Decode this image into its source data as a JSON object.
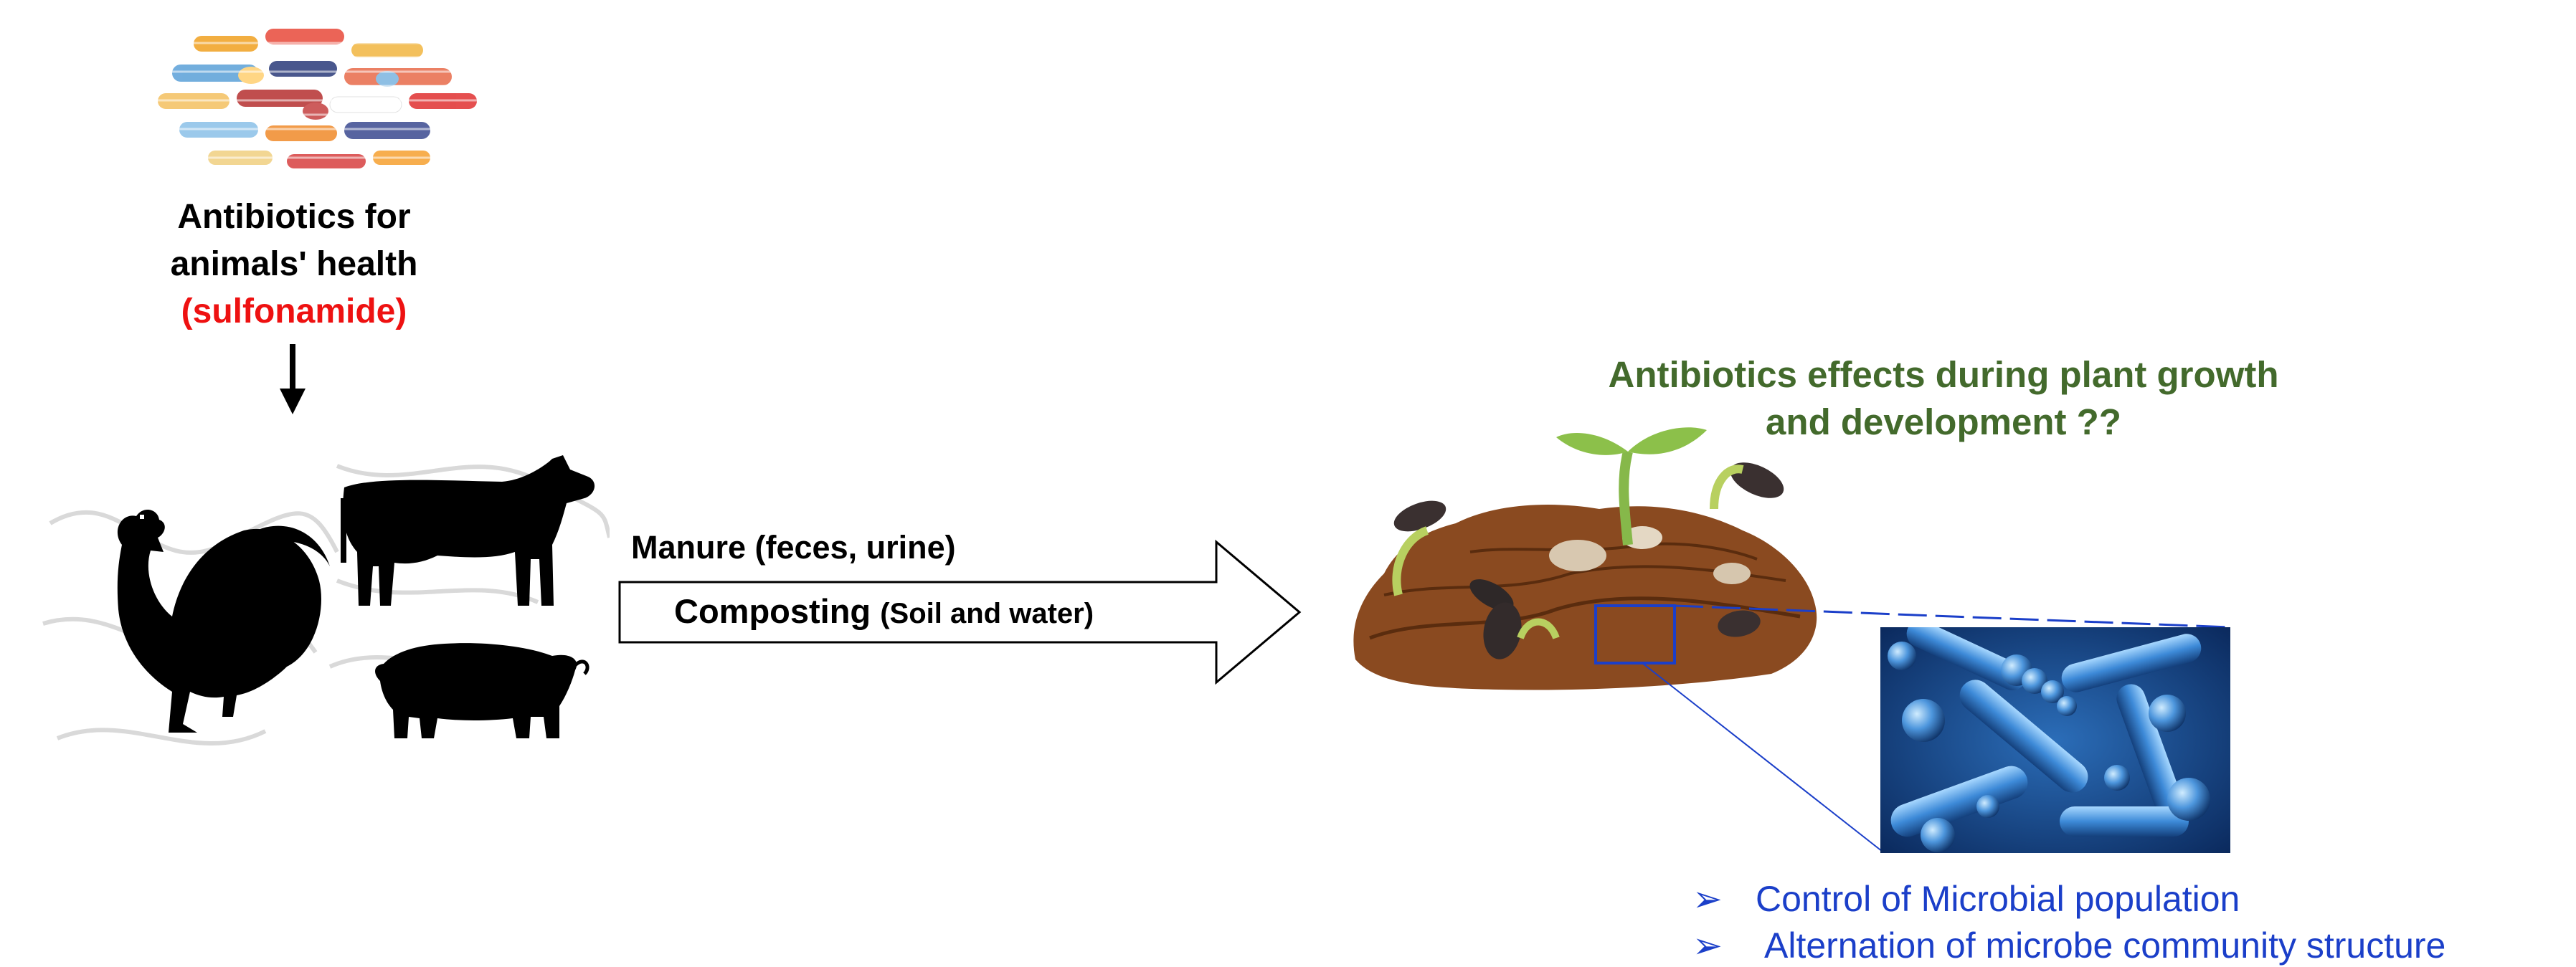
{
  "diagram": {
    "source": {
      "line1": "Antibiotics for",
      "line2": "animals' health",
      "highlight": "(sulfonamide)"
    },
    "pathway": {
      "label_top": "Manure (feces, urine)",
      "label_main": "Composting",
      "label_sub": "(Soil and water)"
    },
    "question": {
      "line1": "Antibiotics effects during plant growth",
      "line2": "and development ??"
    },
    "effects": [
      "Control of Microbial population",
      "Alternation of microbe community structure"
    ],
    "bullet_glyph": "➢",
    "icons": {
      "pills": "pills-icon",
      "rooster": "rooster-icon",
      "cow": "cow-icon",
      "pig": "pig-icon",
      "soil": "soil-seedlings-icon",
      "microbes": "microbes-image"
    },
    "colors": {
      "highlight": "#ee1111",
      "question": "#436a2c",
      "effects": "#1b3fc9",
      "zoom_box": "#1b3fc9"
    }
  }
}
